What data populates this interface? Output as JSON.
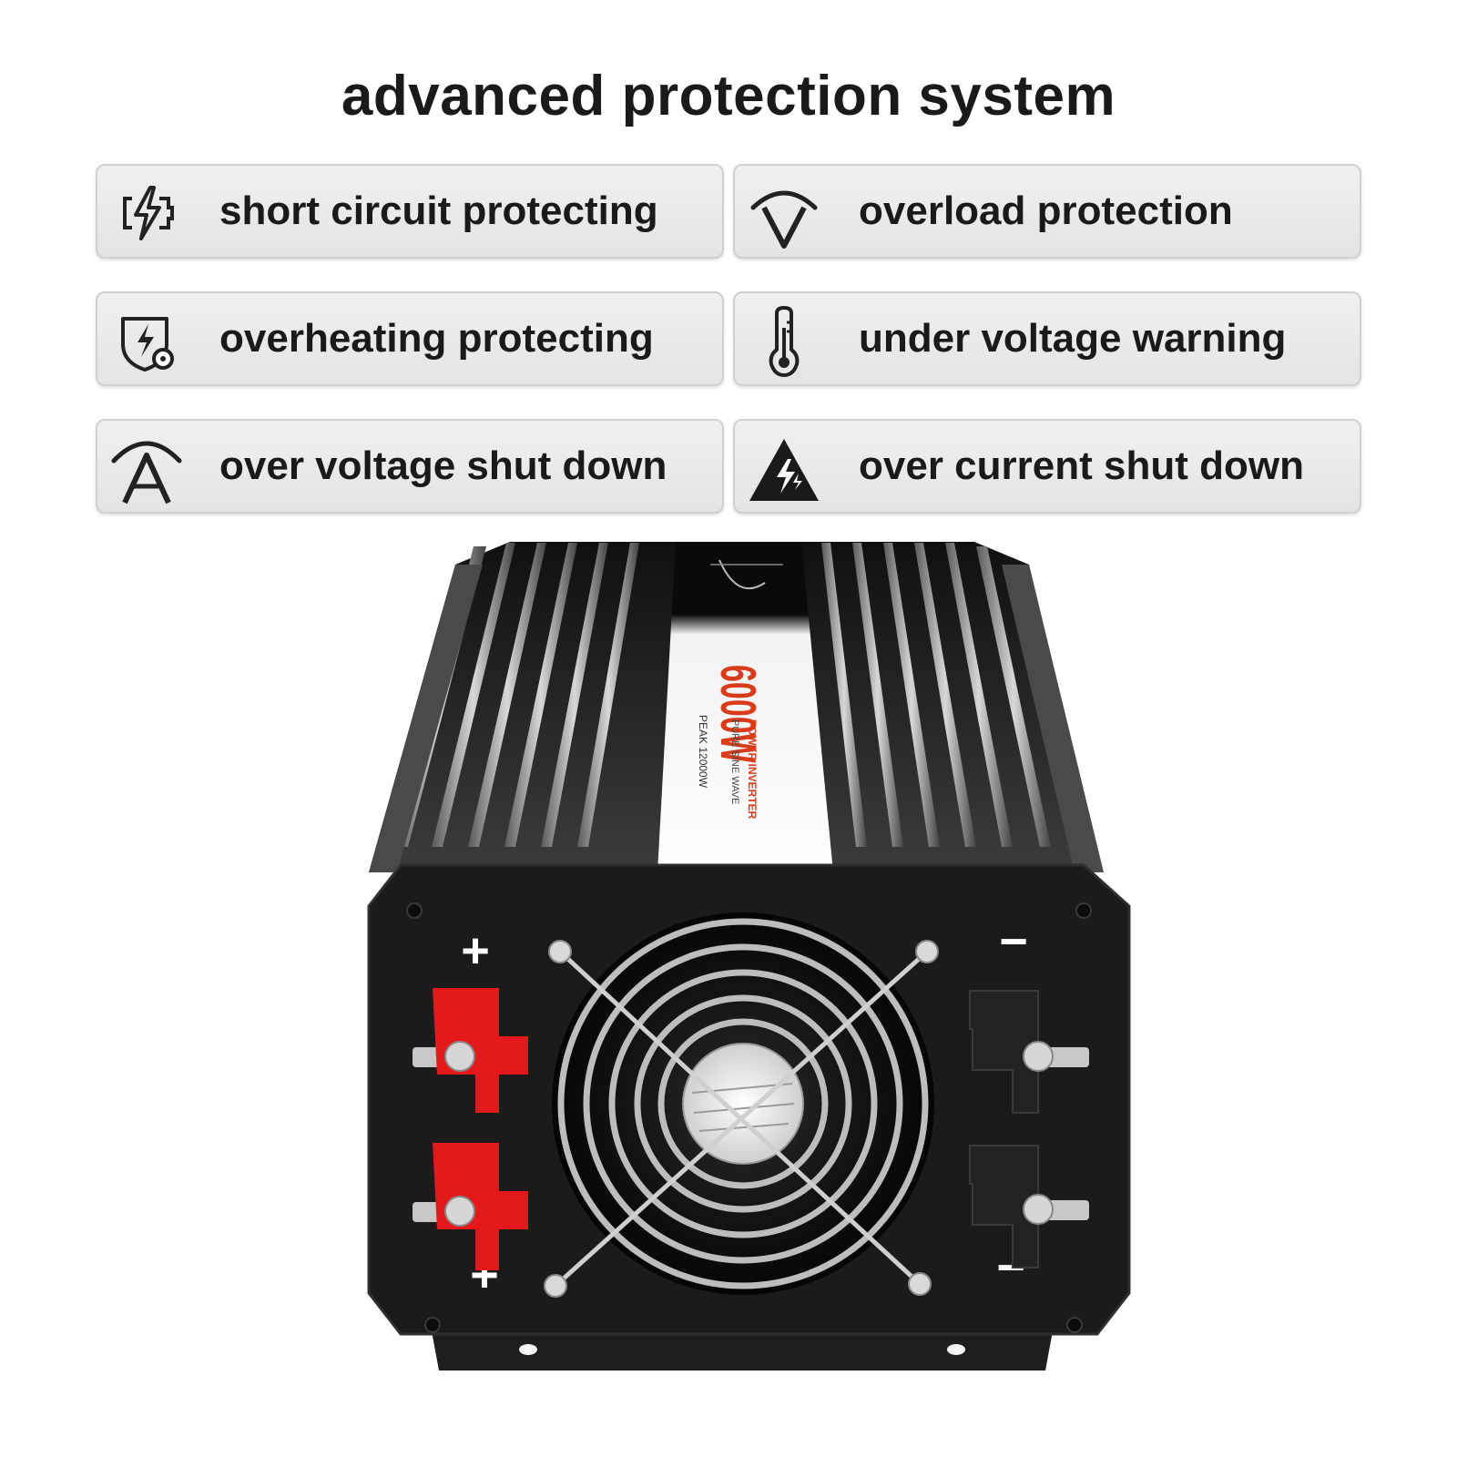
{
  "title": "advanced protection system",
  "features": [
    {
      "label": "short circuit protecting",
      "icon": "battery-bolt-icon"
    },
    {
      "label": "overload protection",
      "icon": "overload-gauge-icon"
    },
    {
      "label": "overheating protecting",
      "icon": "shield-bolt-icon"
    },
    {
      "label": "under voltage warning",
      "icon": "thermometer-icon"
    },
    {
      "label": "over voltage shut down",
      "icon": "voltage-arc-icon"
    },
    {
      "label": "over current shut down",
      "icon": "warning-bolt-icon"
    }
  ],
  "product": {
    "power_rating": "6000W",
    "model_line_1": "POWER INVERTER",
    "model_line_2": "PURE SINE WAVE",
    "peak": "PEAK 12000W",
    "positive_symbol": "+",
    "negative_symbol": "−",
    "colors": {
      "casing": "#1b1b1b",
      "positive_terminal": "#e5191c",
      "negative_terminal": "#222222"
    }
  }
}
